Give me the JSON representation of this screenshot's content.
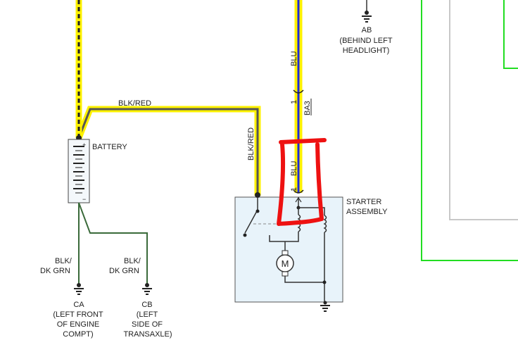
{
  "labels": {
    "blk_red_top": "BLK/RED",
    "blk_red_side": "BLK/RED",
    "battery": "BATTERY",
    "battery_plus": "+",
    "battery_minus": "−",
    "blu_top": "BLU",
    "blu_lower": "BLU",
    "pin_top": "1",
    "pin_lower": "1",
    "ba3": "BA3",
    "starter_line1": "STARTER",
    "starter_line2": "ASSEMBLY",
    "motor": "M",
    "wire_ca_line1": "BLK/",
    "wire_ca_line2": "DK GRN",
    "wire_cb_line1": "BLK/",
    "wire_cb_line2": "DK GRN"
  },
  "grounds": {
    "ab": {
      "id": "AB",
      "desc1": "(BEHIND LEFT",
      "desc2": "HEADLIGHT)"
    },
    "ca": {
      "id": "CA",
      "desc1": "(LEFT FRONT",
      "desc2": "OF ENGINE",
      "desc3": "COMPT)"
    },
    "cb": {
      "id": "CB",
      "desc1": "(LEFT",
      "desc2": "SIDE OF",
      "desc3": "TRANSAXLE)"
    }
  },
  "colors": {
    "highlight_yellow": "#fff200",
    "wire_black": "#333333",
    "wire_blue": "#1f2bd6",
    "wire_green": "#3a6a3a",
    "starter_fill": "#e8f3fa",
    "annotation_red": "#ee1111",
    "frame_green": "#22dd22",
    "frame_gray": "#c8c8c8"
  }
}
